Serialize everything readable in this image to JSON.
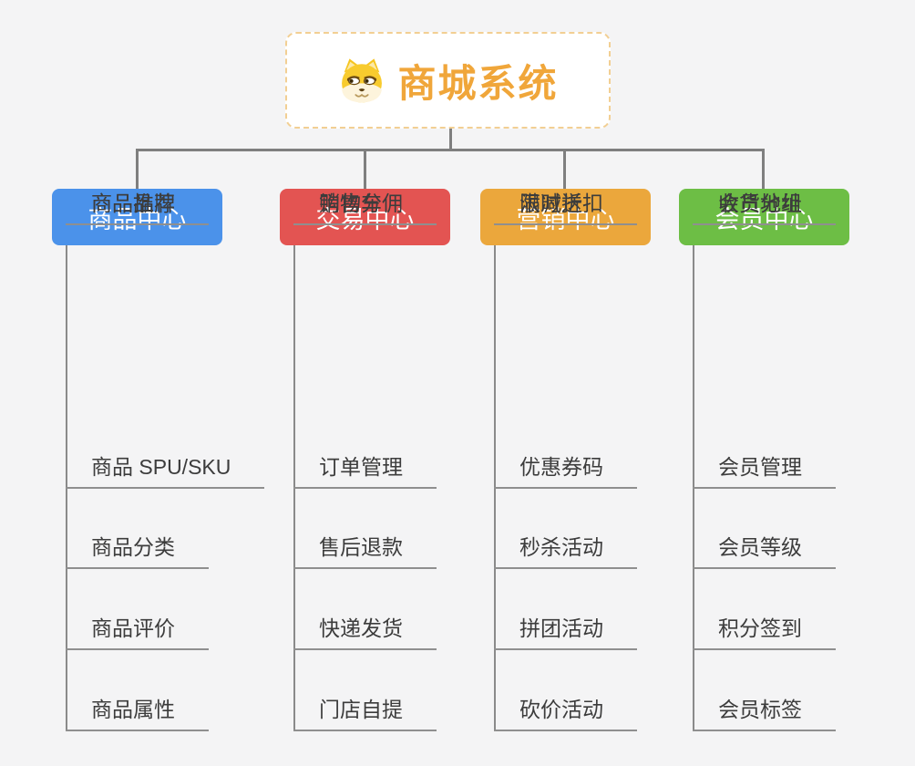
{
  "root": {
    "title": "商城系统",
    "icon": "dog-face-icon",
    "title_color": "#F0A63A",
    "border_color": "#F2CF93"
  },
  "connector_color": "#7F7F7F",
  "underline_color": "#8F8F8F",
  "item_text_color": "#3C3C3C",
  "background_color": "#F4F4F5",
  "branches": [
    {
      "label": "商品中心",
      "color": "#4B92EA",
      "items": [
        "商品 SPU/SKU",
        "商品分类",
        "商品评价",
        "商品属性",
        "商品推荐",
        "商品品牌"
      ]
    },
    {
      "label": "交易中心",
      "color": "#E35452",
      "items": [
        "订单管理",
        "售后退款",
        "快递发货",
        "门店自提",
        "购物车",
        "销售分佣"
      ]
    },
    {
      "label": "营销中心",
      "color": "#EBA73C",
      "items": [
        "优惠券码",
        "秒杀活动",
        "拼团活动",
        "砍价活动",
        "限时折扣",
        "满减送"
      ]
    },
    {
      "label": "会员中心",
      "color": "#6DBE45",
      "items": [
        "会员管理",
        "会员等级",
        "积分签到",
        "会员标签",
        "会员分组",
        "收货地址"
      ]
    }
  ]
}
